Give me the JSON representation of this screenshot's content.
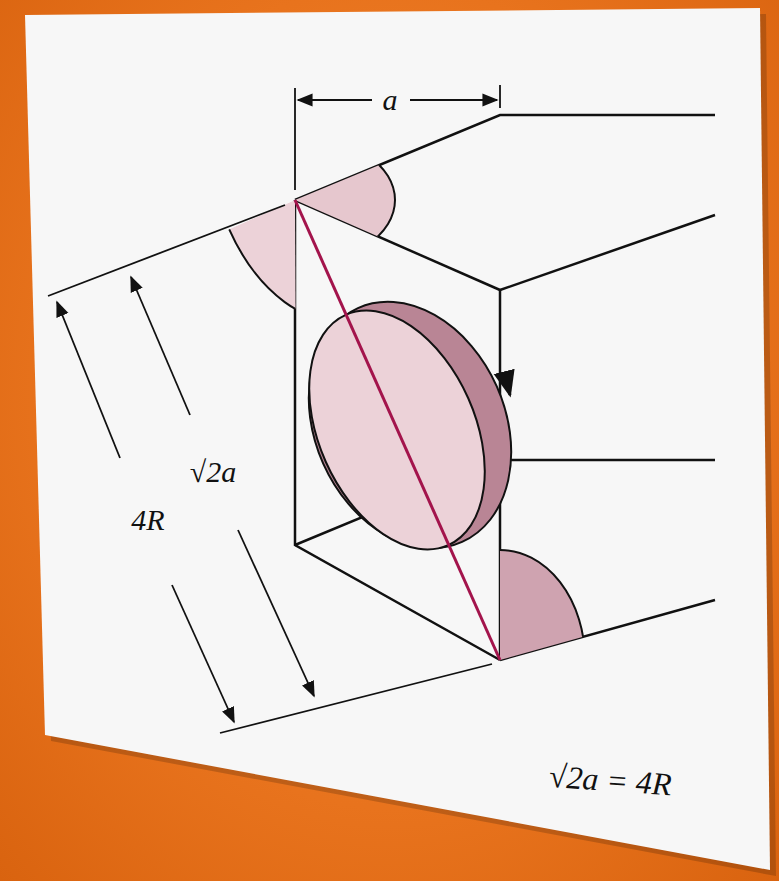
{
  "diagram": {
    "labels": [
      "a",
      "4R",
      "√2a",
      "√2a = 4R"
    ]
  }
}
